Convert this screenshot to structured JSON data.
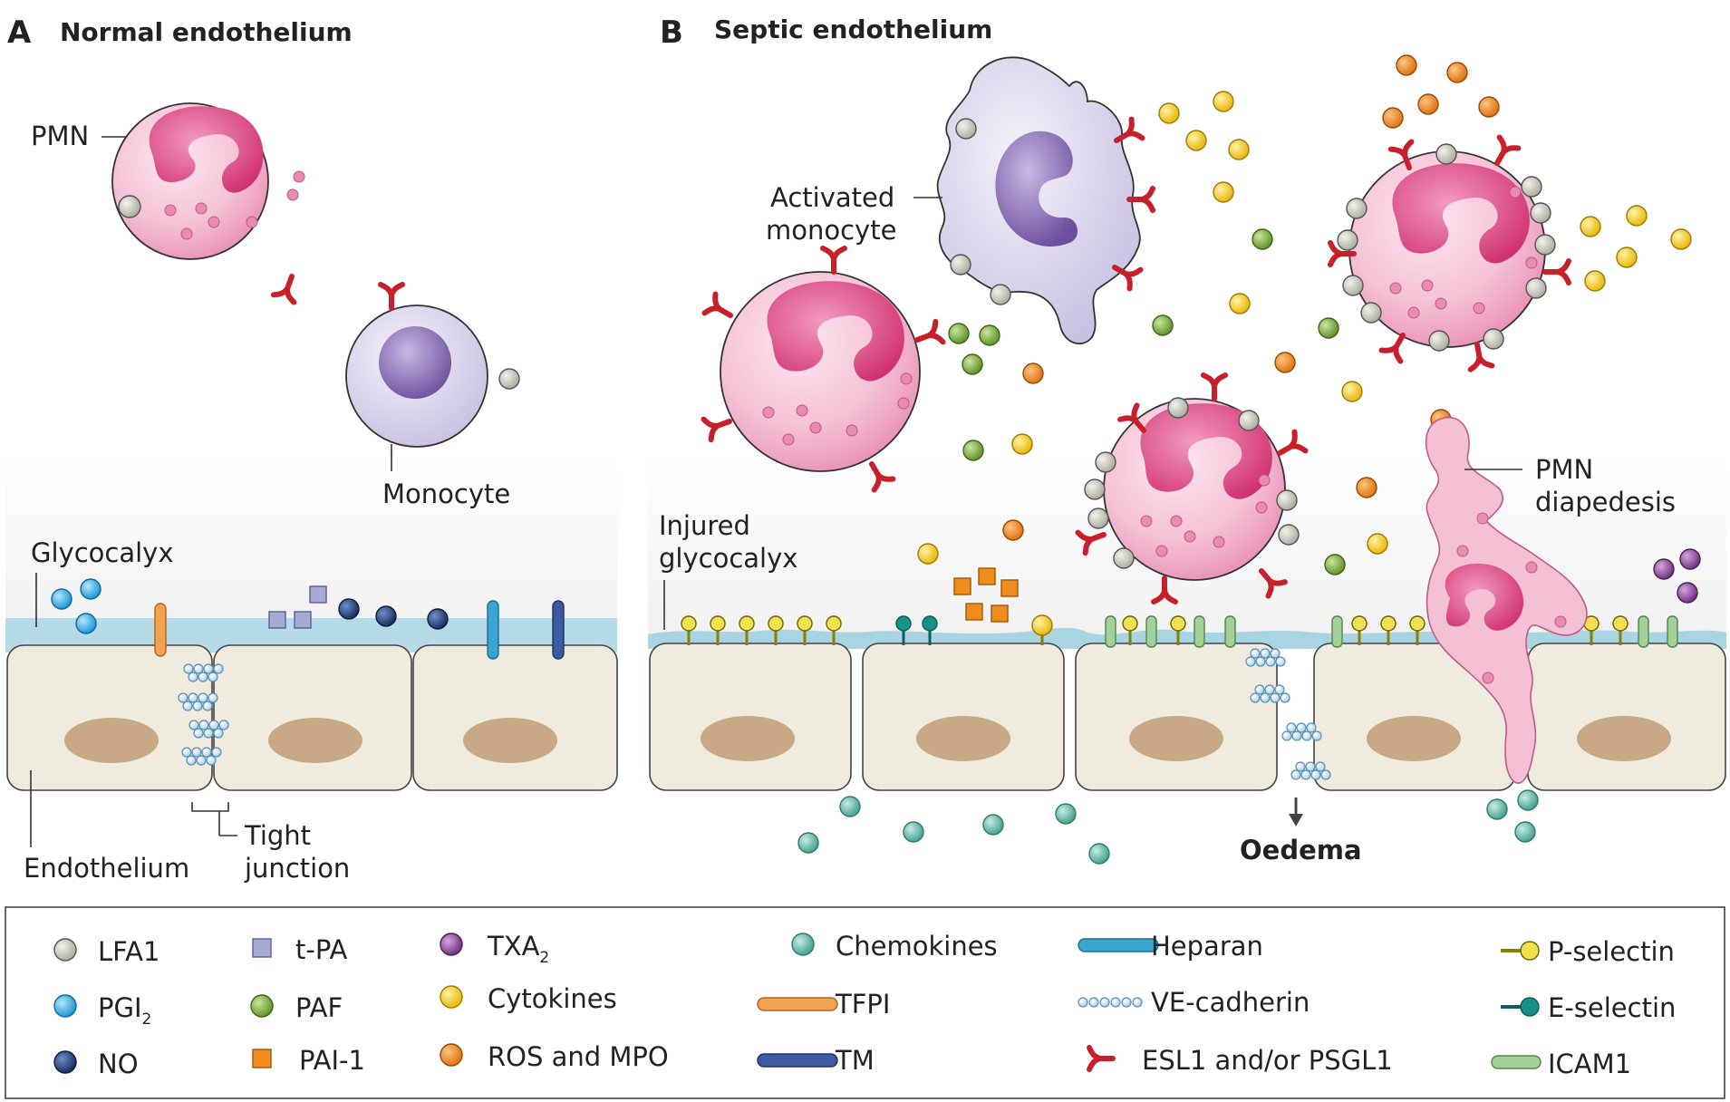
{
  "panel_a": {
    "letter": "A",
    "title": "Normal endothelium",
    "labels": {
      "pmn": "PMN",
      "monocyte": "Monocyte",
      "glycocalyx": "Glycocalyx",
      "endothelium": "Endothelium",
      "tight_junction_1": "Tight",
      "tight_junction_2": "junction"
    }
  },
  "panel_b": {
    "letter": "B",
    "title": "Septic endothelium",
    "labels": {
      "activated_monocyte_1": "Activated",
      "activated_monocyte_2": "monocyte",
      "injured_glycocalyx_1": "Injured",
      "injured_glycocalyx_2": "glycocalyx",
      "pmn_diapedesis_1": "PMN",
      "pmn_diapedesis_2": "diapedesis",
      "oedema": "Oedema"
    }
  },
  "legend": {
    "lfa1": "LFA1",
    "pgi2": "PGI",
    "pgi2_sub": "2",
    "no": "NO",
    "tpa": "t-PA",
    "paf": "PAF",
    "pai1": "PAI-1",
    "txa2": "TXA",
    "txa2_sub": "2",
    "cytokines": "Cytokines",
    "ros_mpo": "ROS and MPO",
    "chemokines": "Chemokines",
    "tfpi": "TFPI",
    "tm": "TM",
    "heparan": "Heparan",
    "ve_cadherin": "VE-cadherin",
    "esl1_psgl1": "ESL1 and/or PSGL1",
    "p_selectin": "P-selectin",
    "e_selectin": "E-selectin",
    "icam1": "ICAM1"
  },
  "colors": {
    "cell_pink": "#f2b8cf",
    "nucleus_pink": "#d63d7e",
    "monocyte_lilac": "#d7d2ea",
    "monocyte_nucleus": "#7a5da8",
    "glycocalyx": "#a9d5e2",
    "endothelial_cell": "#f0ebdf",
    "endothelial_nucleus": "#c9a985",
    "lfa1": "#c3c3b5",
    "pgi2": "#24a9e3",
    "no": "#1f3f7a",
    "tpa": "#a7aad3",
    "paf": "#7cad3f",
    "pai1": "#ef8d1c",
    "txa2": "#8e4b9d",
    "cytokines": "#f4c928",
    "ros_mpo": "#ee8a26",
    "chemokines": "#6ac0b0",
    "tfpi": "#f0a453",
    "tm": "#3b5aa0",
    "heparan": "#3aa5cf",
    "ve_cadherin": "#c5dff0",
    "esl1_psgl1": "#c8202a",
    "p_selectin": "#f2e14f",
    "e_selectin": "#17918a",
    "icam1": "#a3cf9a"
  }
}
